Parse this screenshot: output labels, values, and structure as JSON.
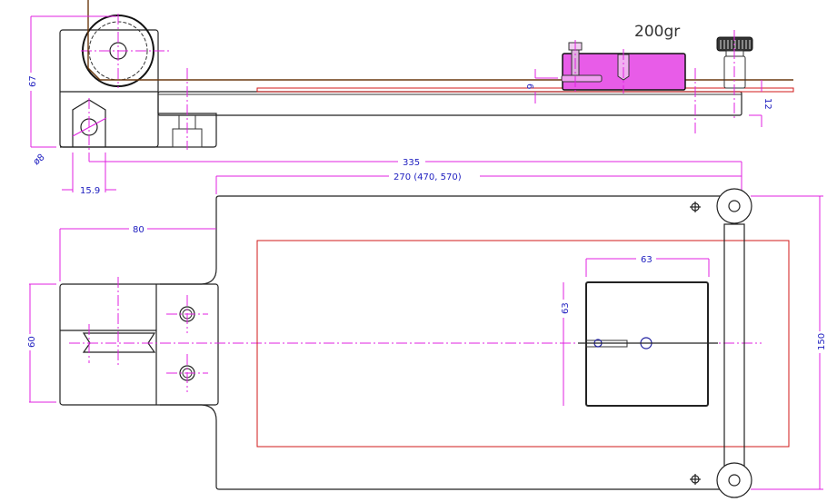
{
  "drawing": {
    "title": "Test apparatus – side and top view",
    "weight_label": "200gr",
    "colors": {
      "outline": "#222222",
      "centerline": "#e020e0",
      "dimension_line": "#e020e0",
      "dimension_text": "#2020c0",
      "sample_outline": "#d01818",
      "cord": "#6b3a10",
      "weight_fill": "#e85ce8"
    },
    "side_view": {
      "dimensions": {
        "height_total": "67",
        "hole_diameter": "ø8",
        "hole_offset": "15.9",
        "sample_thickness": "6",
        "base_height": "12"
      }
    },
    "top_view": {
      "dimensions": {
        "overall_length": "335",
        "plate_length": "270 (470, 570)",
        "pulley_block_length": "80",
        "pulley_block_width": "60",
        "sled_width": "63",
        "sled_height": "63",
        "plate_width": "150"
      }
    }
  }
}
